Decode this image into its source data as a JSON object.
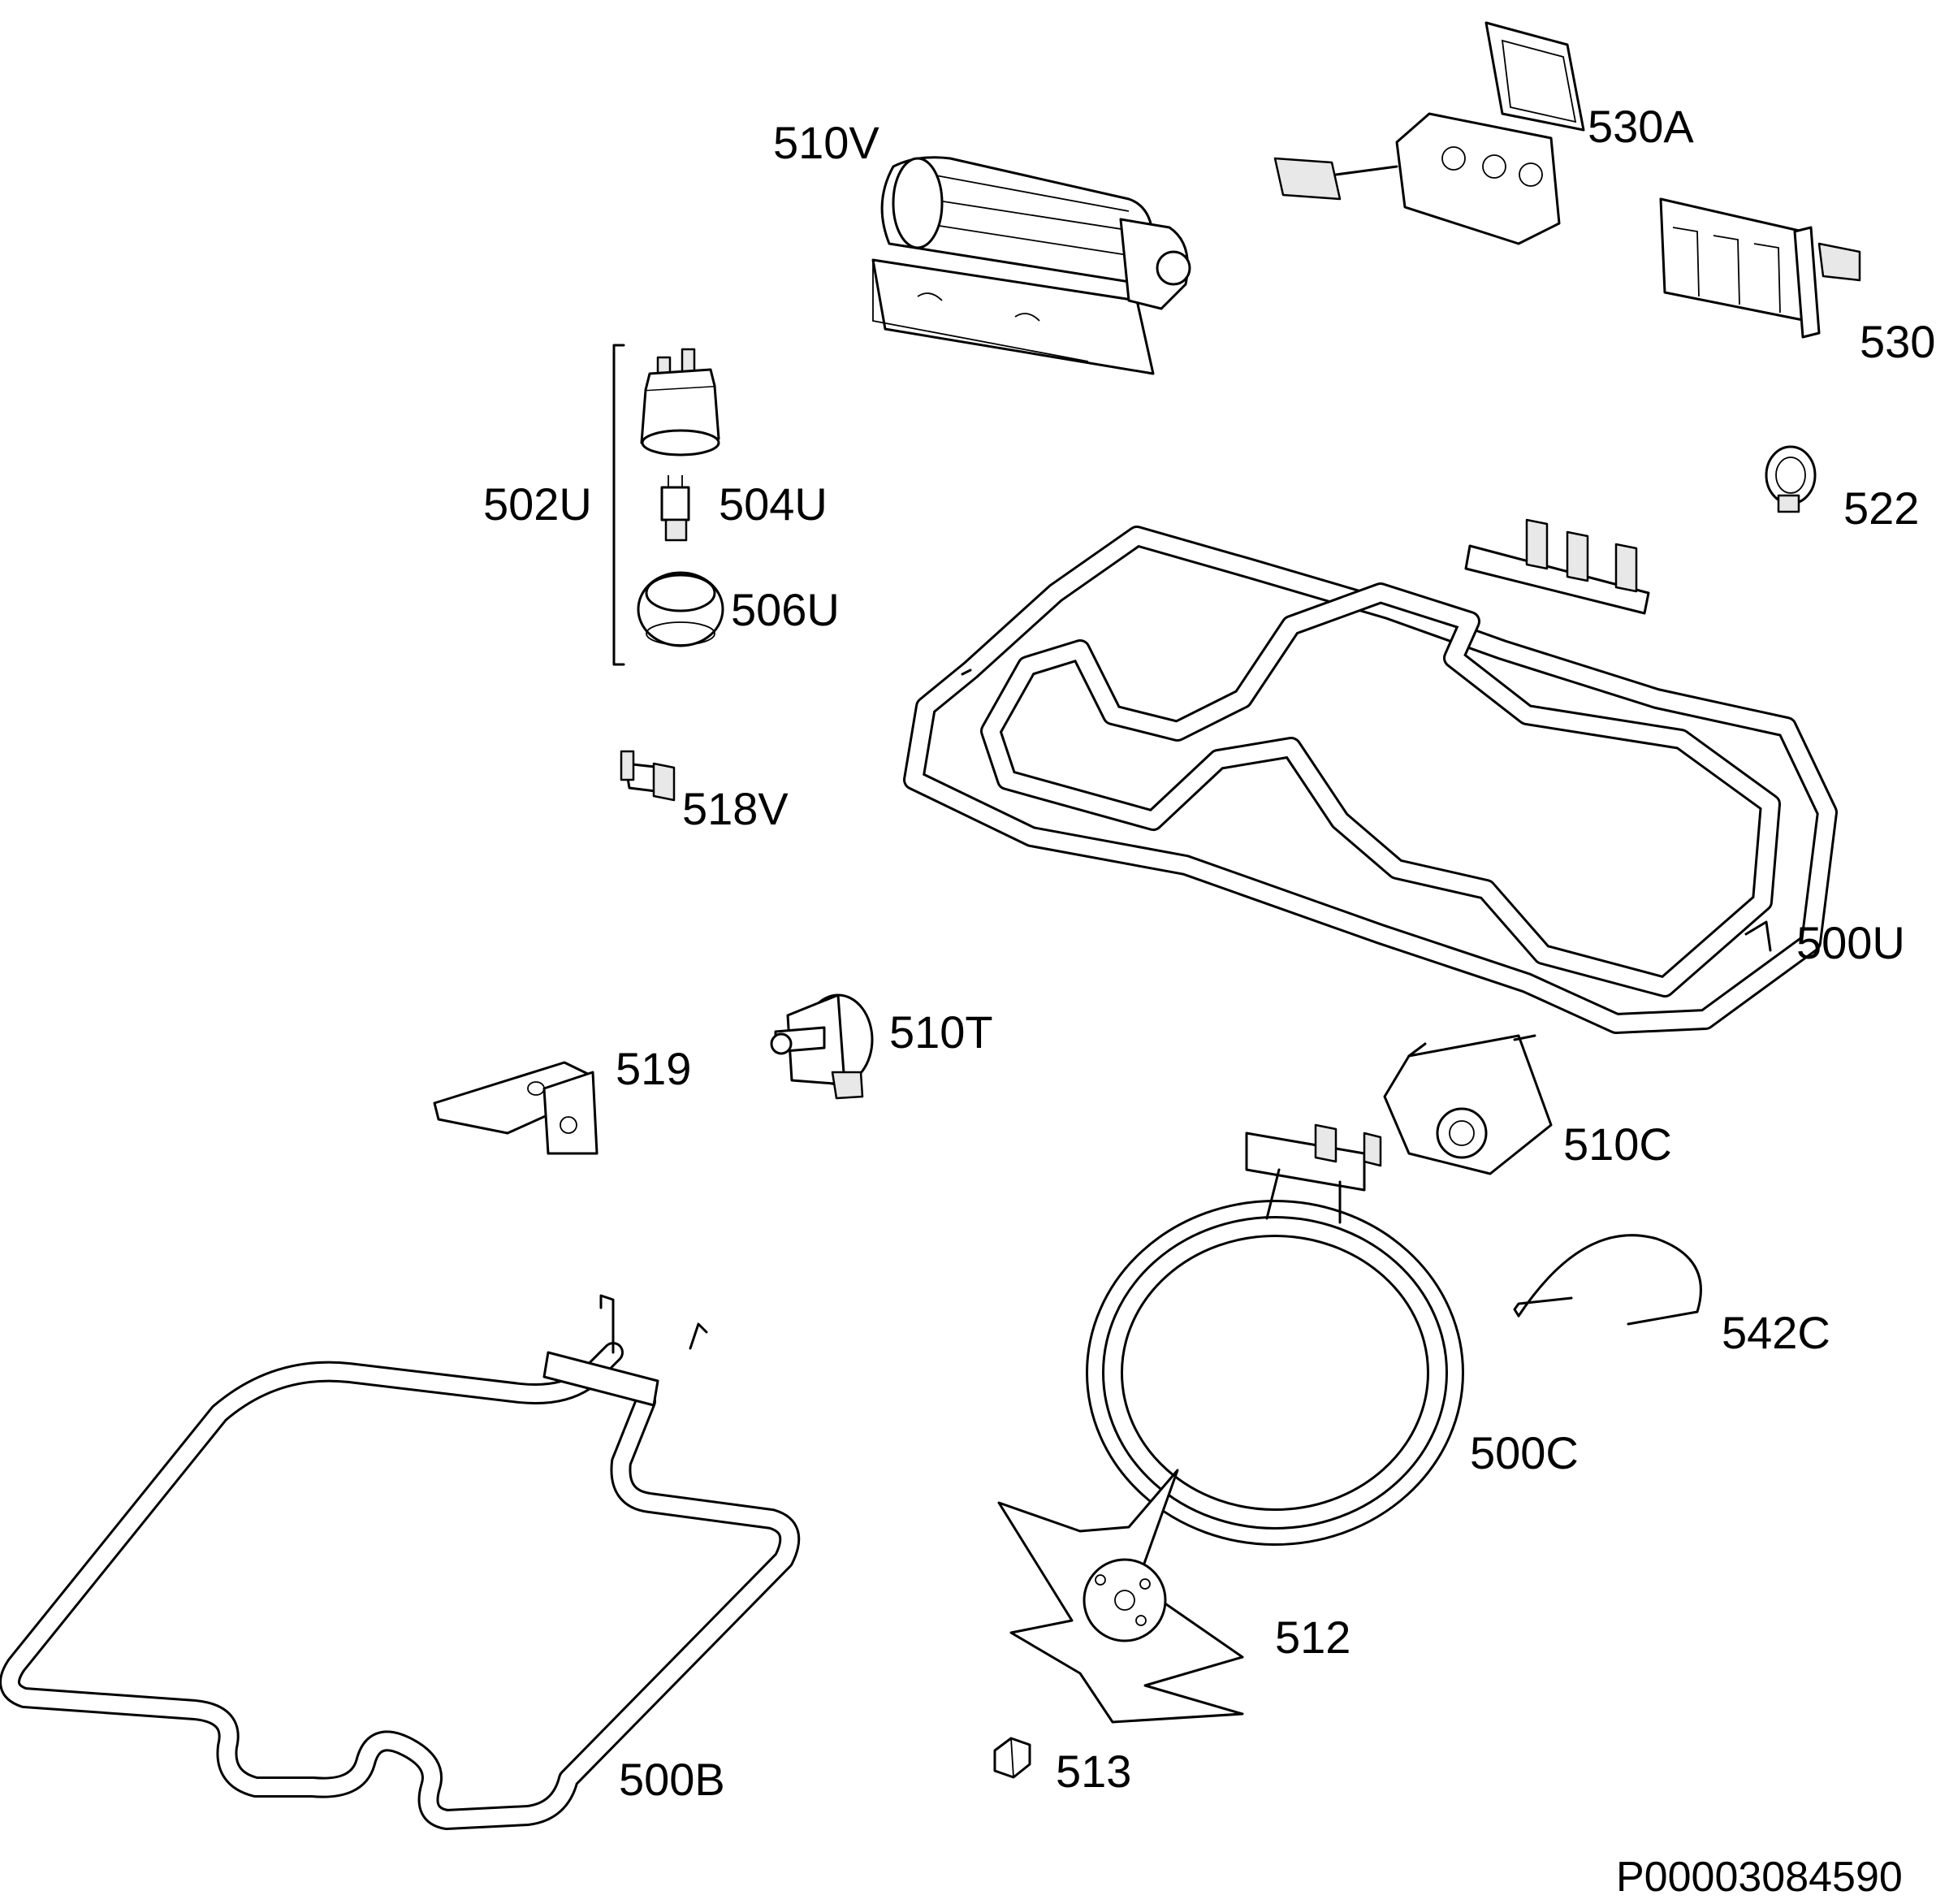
{
  "labels": {
    "p510V": "510V",
    "p530A": "530A",
    "p530": "530",
    "p502U": "502U",
    "p504U": "504U",
    "p506U": "506U",
    "p522": "522",
    "p518V": "518V",
    "p500U": "500U",
    "p510T": "510T",
    "p519": "519",
    "p510C": "510C",
    "p542C": "542C",
    "p500C": "500C",
    "p512": "512",
    "p500B": "500B",
    "p513": "513"
  },
  "drawing_code": "P00003084590"
}
